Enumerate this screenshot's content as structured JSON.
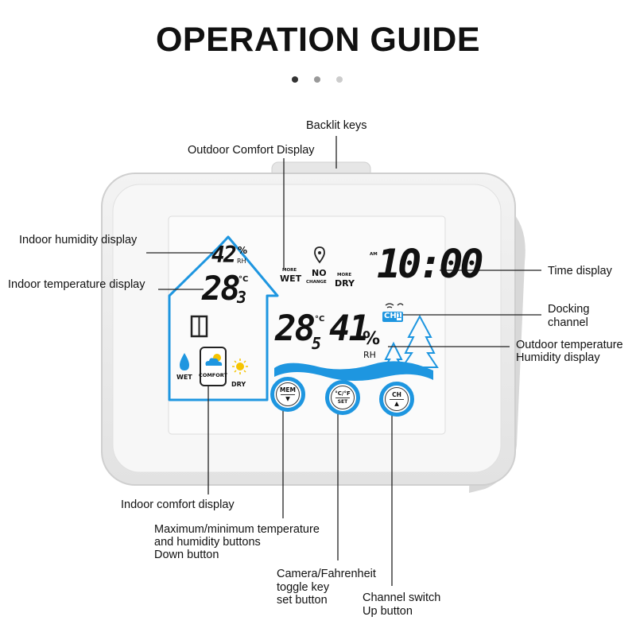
{
  "title": "OPERATION GUIDE",
  "carousel": {
    "dots": 3,
    "active_index": 0
  },
  "colors": {
    "accent_blue": "#1e96e0",
    "leader_line": "#222222",
    "device_body": "#eeeeee",
    "screen": "#fafafa",
    "sun": "#f5c400"
  },
  "labels": {
    "backlit_keys": "Backlit keys",
    "outdoor_comfort": "Outdoor Comfort Display",
    "indoor_humidity": "Indoor humidity display",
    "indoor_temperature": "Indoor temperature display",
    "time_display": "Time display",
    "docking_channel_1": "Docking",
    "docking_channel_2": "channel",
    "outdoor_temp_1": "Outdoor temperature",
    "outdoor_temp_2": "Humidity display",
    "indoor_comfort": "Indoor comfort display",
    "maxmin_1": "Maximum/minimum temperature",
    "maxmin_2": "and humidity buttons",
    "maxmin_3": "Down button",
    "cf_1": "Camera/Fahrenheit",
    "cf_2": "toggle key",
    "cf_3": "set button",
    "ch_1": "Channel switch",
    "ch_2": "Up button"
  },
  "lcd": {
    "indoor_humidity_value": "42",
    "indoor_humidity_unit_top": "%",
    "indoor_humidity_unit_bottom": "RH",
    "indoor_temp_value": "28",
    "indoor_temp_decimal": "3",
    "indoor_temp_unit": "°C",
    "comfort_more_1": "MORE",
    "comfort_wet": "WET",
    "comfort_no": "NO",
    "comfort_change": "CHANGE",
    "comfort_more_2": "MORE",
    "comfort_dry": "DRY",
    "am_indicator": "AM",
    "time_value": "10:00",
    "channel_label": "CH",
    "channel_value": "1",
    "outdoor_temp_value": "28",
    "outdoor_temp_decimal": "5",
    "outdoor_temp_unit": "°C",
    "outdoor_humidity_value": "41",
    "outdoor_humidity_unit_top": "%",
    "outdoor_humidity_unit_bottom": "RH",
    "indoor_wet": "WET",
    "indoor_comfort_text": "COMFORT",
    "indoor_dry": "DRY"
  },
  "buttons": {
    "mem": {
      "top": "MEM",
      "bottom": "▼"
    },
    "cf": {
      "top": "°C/°F",
      "bottom": "SET"
    },
    "ch": {
      "top": "CH",
      "bottom": "▲"
    }
  }
}
